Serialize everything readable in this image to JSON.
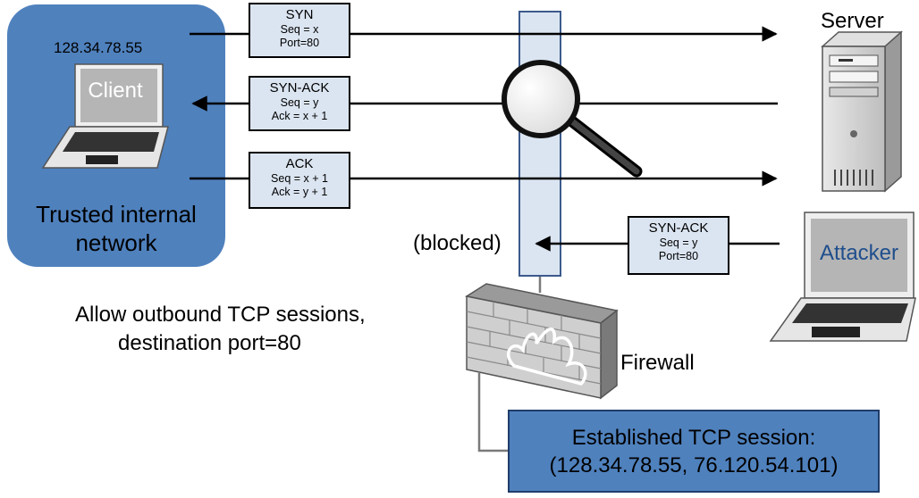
{
  "client": {
    "ip": "128.34.78.55",
    "label": "Client",
    "network_label": "Trusted internal network"
  },
  "server": {
    "label": "Server"
  },
  "attacker": {
    "label": "Attacker"
  },
  "messages": {
    "syn": {
      "title": "SYN",
      "line1": "Seq = x",
      "line2": "Port=80"
    },
    "synack": {
      "title": "SYN-ACK",
      "line1": "Seq = y",
      "line2": "Ack = x + 1"
    },
    "ack": {
      "title": "ACK",
      "line1": "Seq = x + 1",
      "line2": "Ack = y + 1"
    },
    "attack_synack": {
      "title": "SYN-ACK",
      "line1": "Seq = y",
      "line2": "Port=80"
    }
  },
  "blocked_label": "(blocked)",
  "rule": {
    "line1": "Allow outbound TCP sessions,",
    "line2": "destination port=80"
  },
  "firewall_label": "Firewall",
  "session": {
    "line1": "Established TCP session:",
    "line2": "(128.34.78.55, 76.120.54.101)"
  },
  "colors": {
    "trusted_network": "#4f81bd",
    "message_box": "#dbe5f1",
    "session_box": "#4f81bd"
  }
}
